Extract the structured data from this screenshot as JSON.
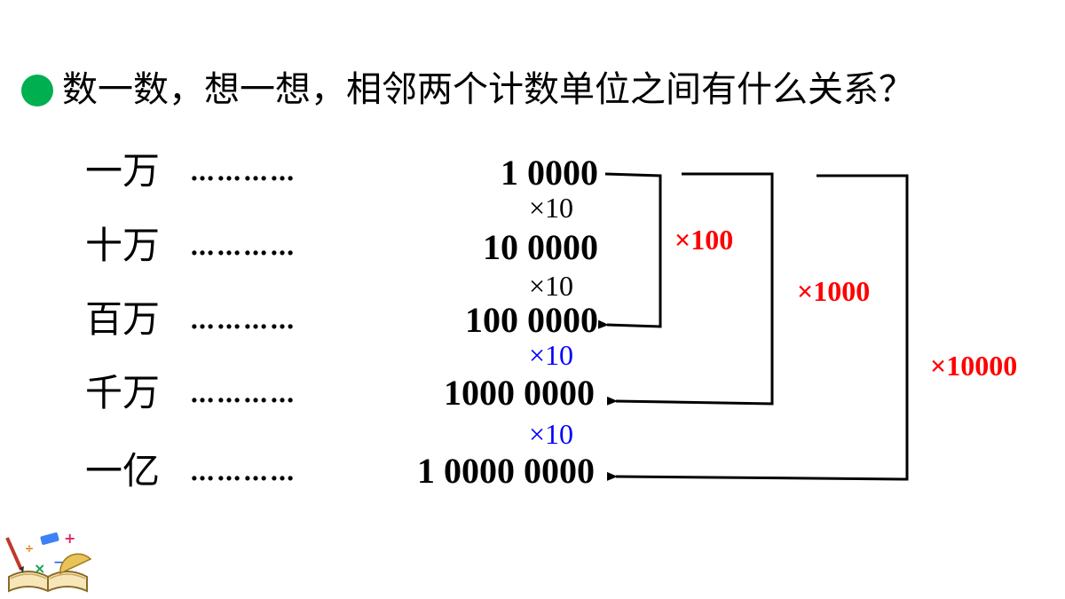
{
  "colors": {
    "bullet": "#00b050",
    "black": "#000000",
    "red": "#ff0000",
    "blue": "#0000ff"
  },
  "question": "数一数，想一想，相邻两个计数单位之间有什么关系？",
  "rows": [
    {
      "unit": "一万",
      "dots": "…………",
      "number": "1 0000"
    },
    {
      "unit": "十万",
      "dots": "…………",
      "number": "10 0000"
    },
    {
      "unit": "百万",
      "dots": "…………",
      "number": "100 0000"
    },
    {
      "unit": "千万",
      "dots": "…………",
      "number": "1000 0000"
    },
    {
      "unit": "一亿",
      "dots": "…………",
      "number": "1 0000 0000"
    }
  ],
  "step_multipliers": [
    {
      "label": "×10",
      "color": "black"
    },
    {
      "label": "×10",
      "color": "black"
    },
    {
      "label": "×10",
      "color": "blue"
    },
    {
      "label": "×10",
      "color": "blue"
    }
  ],
  "bracket_multipliers": [
    {
      "label": "×100",
      "color": "red"
    },
    {
      "label": "×1000",
      "color": "red"
    },
    {
      "label": "×10000",
      "color": "red"
    }
  ],
  "logo_icon": "math-book-icon"
}
